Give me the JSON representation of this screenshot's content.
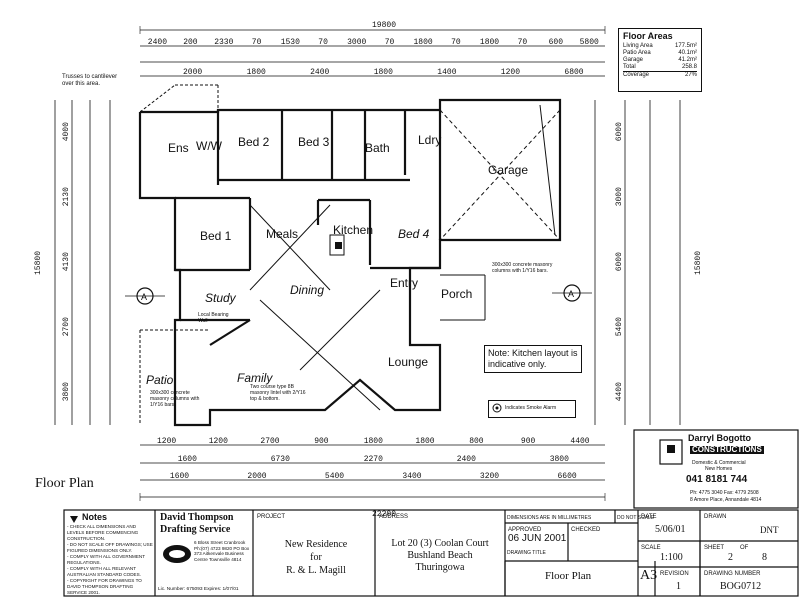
{
  "title": "Floor Plan",
  "floor_areas": {
    "heading": "Floor Areas",
    "rows": [
      {
        "label": "Living Area",
        "value": "177.5m²"
      },
      {
        "label": "Patio Area",
        "value": "40.1m²"
      },
      {
        "label": "Garage",
        "value": "41.2m²"
      },
      {
        "label": "Total",
        "value": "258.8"
      },
      {
        "label": "Coverage",
        "value": "27%"
      }
    ]
  },
  "rooms": {
    "ens": "Ens",
    "wiw": "W/W",
    "bed2": "Bed 2",
    "bed3": "Bed 3",
    "bath": "Bath",
    "ldry": "Ldry",
    "garage": "Garage",
    "bed1": "Bed 1",
    "meals": "Meals",
    "kitchen": "Kitchen",
    "bed4": "Bed 4",
    "study": "Study",
    "dining": "Dining",
    "entry": "Entry",
    "porch": "Porch",
    "family": "Family",
    "lounge": "Lounge",
    "patio": "Patio"
  },
  "dims": {
    "top_total": "19800",
    "top_row1": [
      "2400",
      "200",
      "2330",
      "70",
      "1530",
      "70",
      "3000",
      "70",
      "1800",
      "70",
      "1800",
      "70",
      "600",
      "5800"
    ],
    "top_row2": [
      "2000",
      "1800",
      "2400",
      "1800",
      "1400",
      "1200",
      "6800"
    ],
    "bottom_row1": [
      "1200",
      "1200",
      "2700",
      "900",
      "1800",
      "1800",
      "800",
      "900",
      "4400"
    ],
    "bottom_row2": [
      "1600",
      "6730",
      "2270",
      "2400",
      "3800"
    ],
    "bottom_row3": [
      "1600",
      "2000",
      "5400",
      "3400",
      "3200",
      "6600"
    ],
    "bottom_total": "22200",
    "left_total": "15800",
    "right_total": "15800",
    "left_col": [
      "4000",
      "2130",
      "4130",
      "2700",
      "3800"
    ],
    "right_col": [
      "6000",
      "3000",
      "6000",
      "5400",
      "4400"
    ]
  },
  "notes_overlay": {
    "trusses": "Trusses to cantilever over this area.",
    "kitchen_note": "Note: Kitchen layout is indicative only.",
    "smoke": "Indicates Smoke Alarm",
    "column1": "300x300 concrete masonry columns with 1/Y16 bars.",
    "column2": "300x300 concrete masonry columns with 1/Y16 bars.",
    "lintel": "Two course type 8B masonry lintel with 2/Y16 top & bottom.",
    "bearing": "Local Bearing Wall",
    "section_marker": "A"
  },
  "company": {
    "name": "Darryl Bogotto",
    "brand": "CONSTRUCTIONS",
    "tag": "Domestic & Commercial",
    "sub": "New Homes",
    "phone": "041 8181 744",
    "ph2": "Ph: 4775 3040 Fax: 4779 2508",
    "addr": "8 Amore Place, Annandale 4814"
  },
  "title_block": {
    "notes_heading": "Notes",
    "notes": [
      "- CHECK ALL DIMENSIONS AND LEVELS BEFORE COMMENCING CONSTRUCTION.",
      "- DO NOT SCALE OFF DRAWINGS; USE FIGURED DIMENSIONS ONLY.",
      "- COMPLY WITH ALL GOVERNMENT REGULATIONS.",
      "- COMPLY WITH ALL RELEVANT AUSTRALIAN STANDARD CODES.",
      "- COPYRIGHT FOR DRAWINGS TO DAVID THOMPSON DRAFTING SERVICE 2001."
    ],
    "drafter": "David Thompson",
    "drafter2": "Drafting Service",
    "drafter_addr": "6 Bloss Street Cranbrook Ph:(07) 4723 9820 PO Box 373 Aitkenvale Business Centre Townsville 4814",
    "lic": "Lic. Number: 675093 Expires: 1/07/01",
    "project_label": "PROJECT",
    "project": [
      "New Residence",
      "for",
      "R. & L. Magill"
    ],
    "address_label": "ADDRESS",
    "address": [
      "Lot 20 (3) Coolan Court",
      "Bushland Beach",
      "Thuringowa"
    ],
    "dim_note": "DIMENSIONS ARE IN MILLIMETRES",
    "no_scale": "DO NOT SCALE",
    "approved_label": "APPROVED",
    "approved_stamp": "06 JUN 2001",
    "checked_label": "CHECKED",
    "drawing_title_label": "DRAWING TITLE",
    "drawing_title": "Floor Plan",
    "sheet_size": "A3",
    "date_label": "DATE",
    "date": "5/06/01",
    "drawn_label": "DRAWN",
    "drawn": "DNT",
    "scale_label": "SCALE",
    "scale": "1:100",
    "sheet_label": "SHEET",
    "sheet": "2",
    "of_label": "OF",
    "of": "8",
    "revision_label": "REVISION",
    "revision": "1",
    "dwg_no_label": "DRAWING NUMBER",
    "dwg_no": "BOG0712"
  }
}
